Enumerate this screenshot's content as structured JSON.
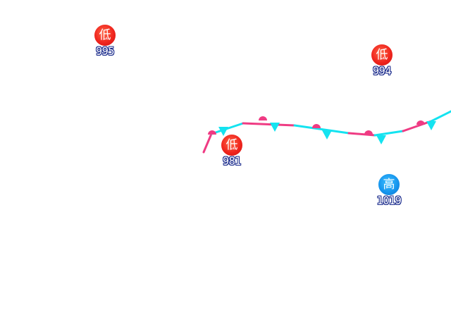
{
  "colors": {
    "warm": "#ef3b83",
    "cold": "#14e3f0",
    "low": "#e8231c",
    "high": "#1690ea",
    "label_outline": "#1a2b8c"
  },
  "centers": [
    {
      "id": "low-995",
      "kind": "low",
      "symbol": "低",
      "pressure": "995"
    },
    {
      "id": "low-994",
      "kind": "low",
      "symbol": "低",
      "pressure": "994"
    },
    {
      "id": "low-981",
      "kind": "low",
      "symbol": "低",
      "pressure": "981"
    },
    {
      "id": "high-1019",
      "kind": "high",
      "symbol": "高",
      "pressure": "1019"
    }
  ],
  "front": {
    "type": "stationary"
  }
}
